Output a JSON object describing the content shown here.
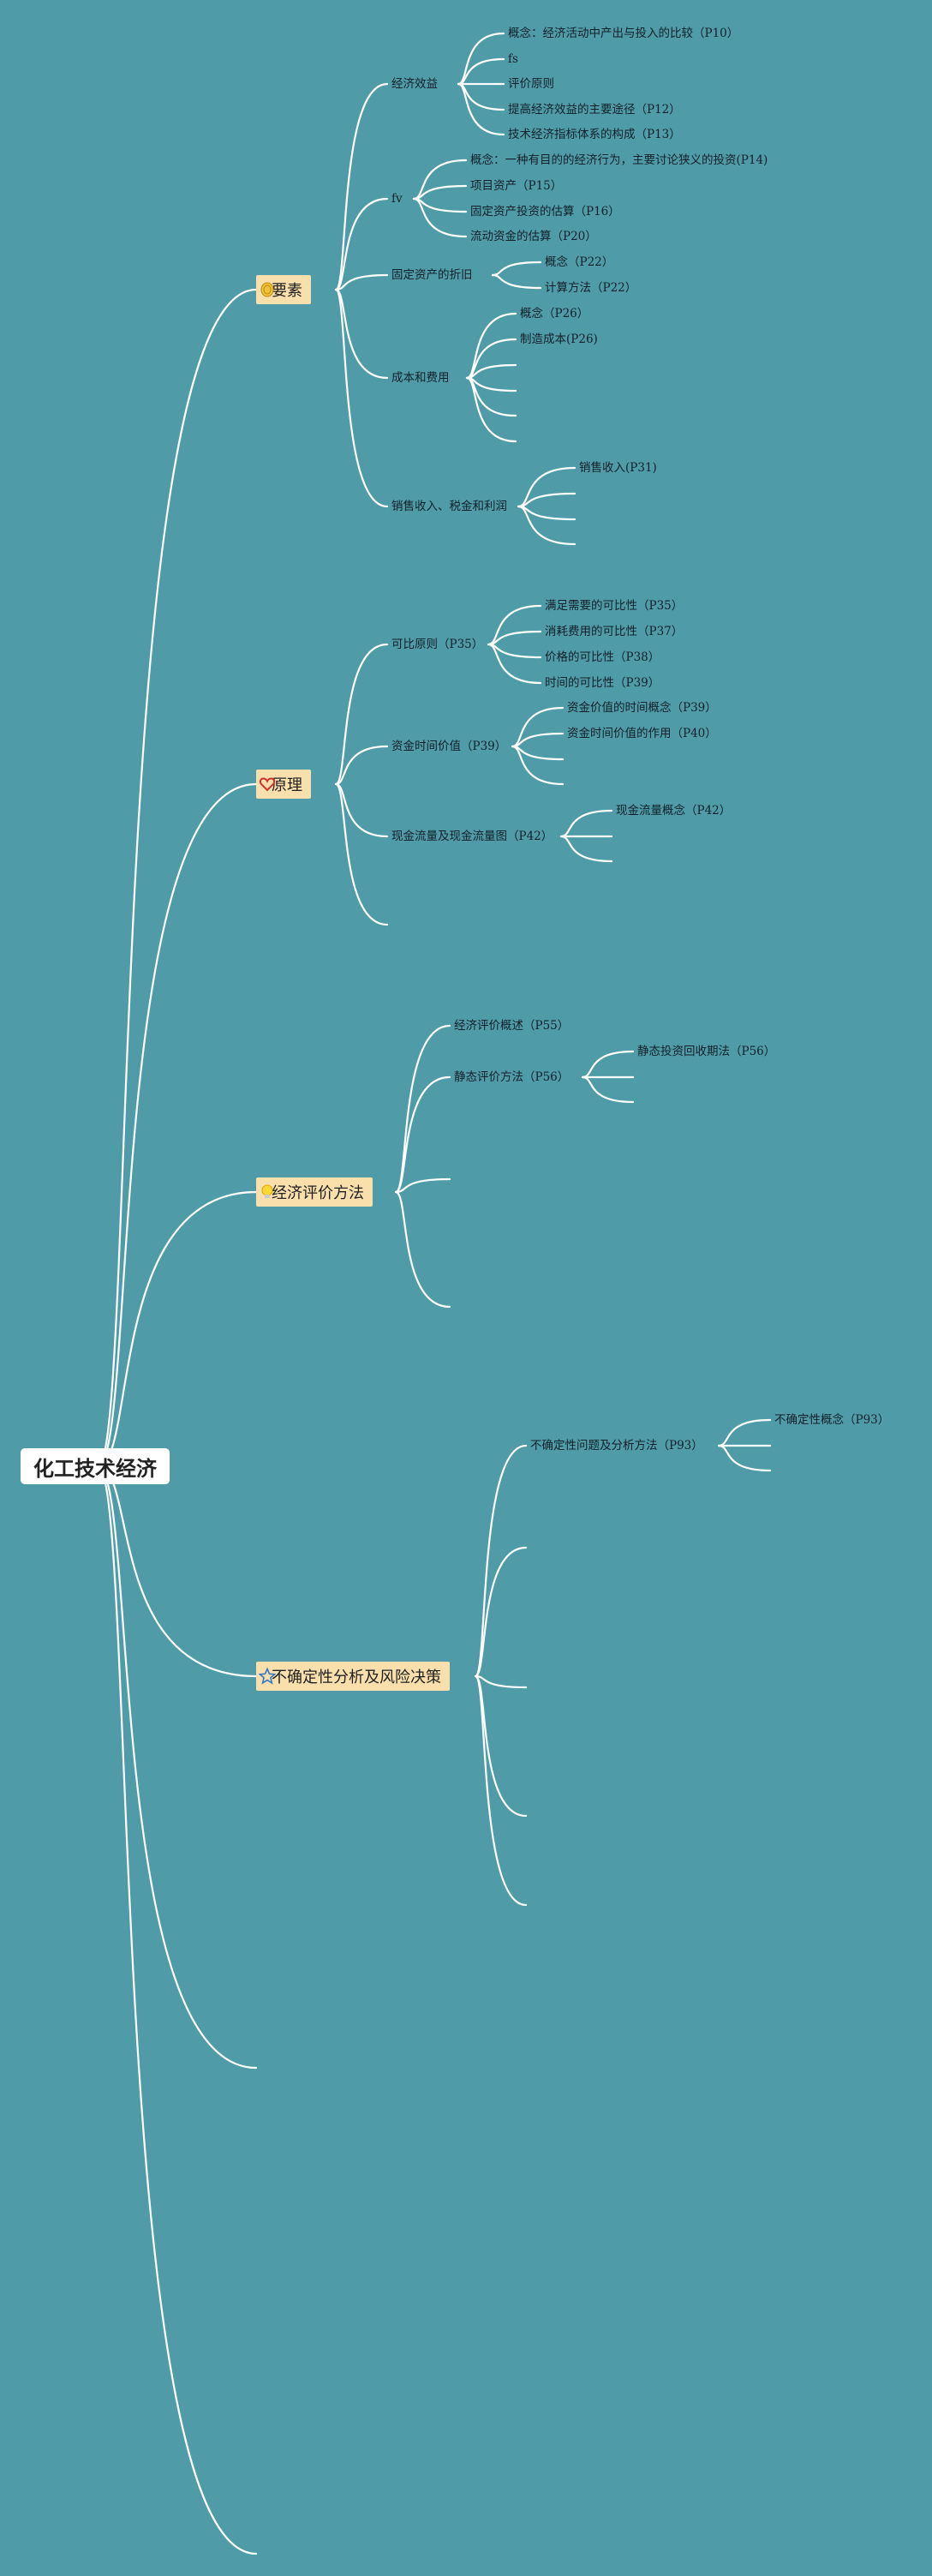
{
  "root": {
    "title": "化工技术经济"
  },
  "branches": [
    {
      "label": "要素",
      "icon": "coin-icon",
      "children": [
        {
          "label": "经济效益",
          "children": [
            "概念：经济活动中产出与投入的比较（P10）",
            "fs",
            "评价原则",
            "提高经济效益的主要途径（P12）",
            "技术经济指标体系的构成（P13）"
          ]
        },
        {
          "label": "fv",
          "children": [
            "概念：一种有目的的经济行为，主要讨论狭义的投资(P14)",
            "项目资产（P15）",
            "固定资产投资的估算（P16）",
            "流动资金的估算（P20）"
          ]
        },
        {
          "label": "固定资产的折旧",
          "children": [
            "概念（P22）",
            "计算方法（P22）"
          ]
        },
        {
          "label": "成本和费用",
          "children": [
            "概念（P26）",
            "制造成本(P26)",
            "",
            "",
            "",
            ""
          ]
        },
        {
          "label": "销售收入、税金和利润",
          "children": [
            "销售收入(P31)",
            "",
            "",
            ""
          ]
        }
      ]
    },
    {
      "label": "原理",
      "icon": "heart-icon",
      "children": [
        {
          "label": "可比原则（P35）",
          "children": [
            "满足需要的可比性（P35）",
            "消耗费用的可比性（P37）",
            "价格的可比性（P38）",
            "时间的可比性（P39）"
          ]
        },
        {
          "label": "资金时间价值（P39）",
          "children": [
            "资金价值的时间概念（P39）",
            "资金时间价值的作用（P40）",
            "",
            ""
          ]
        },
        {
          "label": "现金流量及现金流量图（P42）",
          "children": [
            "现金流量概念（P42）",
            "",
            ""
          ]
        },
        {
          "label": "",
          "children": []
        }
      ]
    },
    {
      "label": "经济评价方法",
      "icon": "lightbulb-icon",
      "children": [
        {
          "label": "经济评价概述（P55）",
          "children": []
        },
        {
          "label": "静态评价方法（P56）",
          "children": [
            "静态投资回收期法（P56）",
            "",
            ""
          ]
        },
        {
          "label": "",
          "children": []
        },
        {
          "label": "",
          "children": []
        }
      ]
    },
    {
      "label": "不确定性分析及风险决策",
      "icon": "star-icon",
      "children": [
        {
          "label": "不确定性问题及分析方法（P93）",
          "children": [
            "不确定性概念（P93）",
            "",
            ""
          ]
        },
        {
          "label": "",
          "children": []
        },
        {
          "label": "",
          "children": []
        },
        {
          "label": "",
          "children": []
        },
        {
          "label": "",
          "children": []
        }
      ]
    }
  ],
  "colors": {
    "background": "#4f9ba8",
    "connector": "#ffffff",
    "topic_fill": "#f8dfac",
    "root_fill": "#ffffff"
  }
}
